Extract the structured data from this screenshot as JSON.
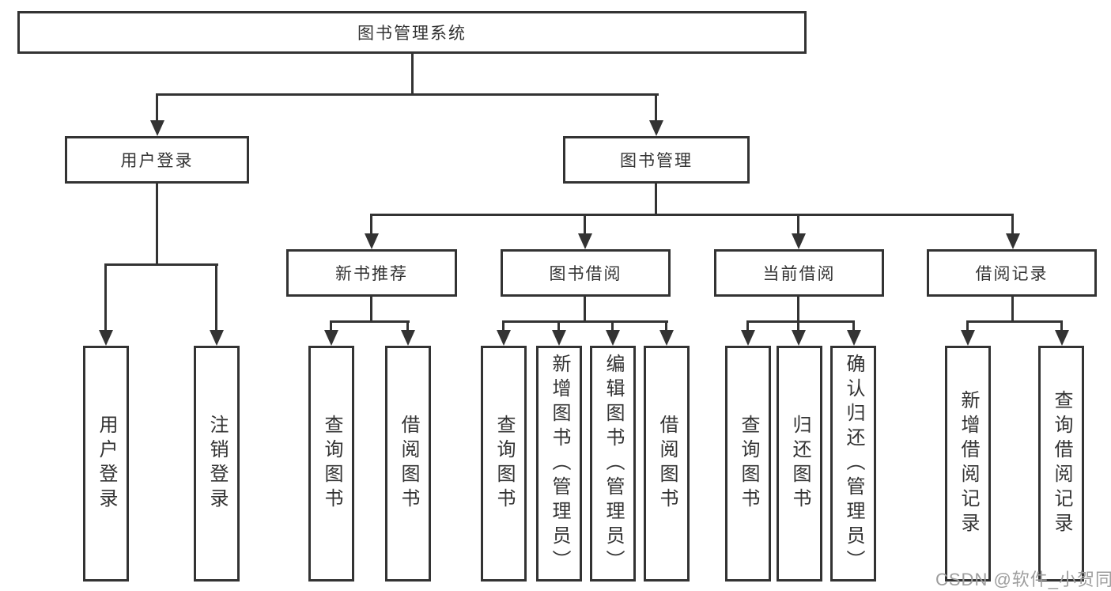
{
  "diagram": {
    "root": {
      "label": "图书管理系统"
    },
    "level2": [
      {
        "label": "用户登录"
      },
      {
        "label": "图书管理"
      }
    ],
    "level3": [
      {
        "label": "新书推荐"
      },
      {
        "label": "图书借阅"
      },
      {
        "label": "当前借阅"
      },
      {
        "label": "借阅记录"
      }
    ],
    "leafGroups": [
      {
        "parent": "用户登录",
        "items": [
          "用户登录",
          "注销登录"
        ]
      },
      {
        "parent": "新书推荐",
        "items": [
          "查询图书",
          "借阅图书"
        ]
      },
      {
        "parent": "图书借阅",
        "items": [
          "查询图书",
          "新增图书（管理员）",
          "编辑图书（管理员）",
          "借阅图书"
        ]
      },
      {
        "parent": "当前借阅",
        "items": [
          "查询图书",
          "归还图书",
          "确认归还（管理员）"
        ]
      },
      {
        "parent": "借阅记录",
        "items": [
          "新增借阅记录",
          "查询借阅记录"
        ]
      }
    ]
  },
  "watermark": {
    "text": "CSDN @软件_小贺同学",
    "color": "#9e9e9e"
  },
  "colors": {
    "line": "#333333",
    "box_fill": "#ffffff",
    "text": "#333333",
    "background": "#ffffff"
  }
}
